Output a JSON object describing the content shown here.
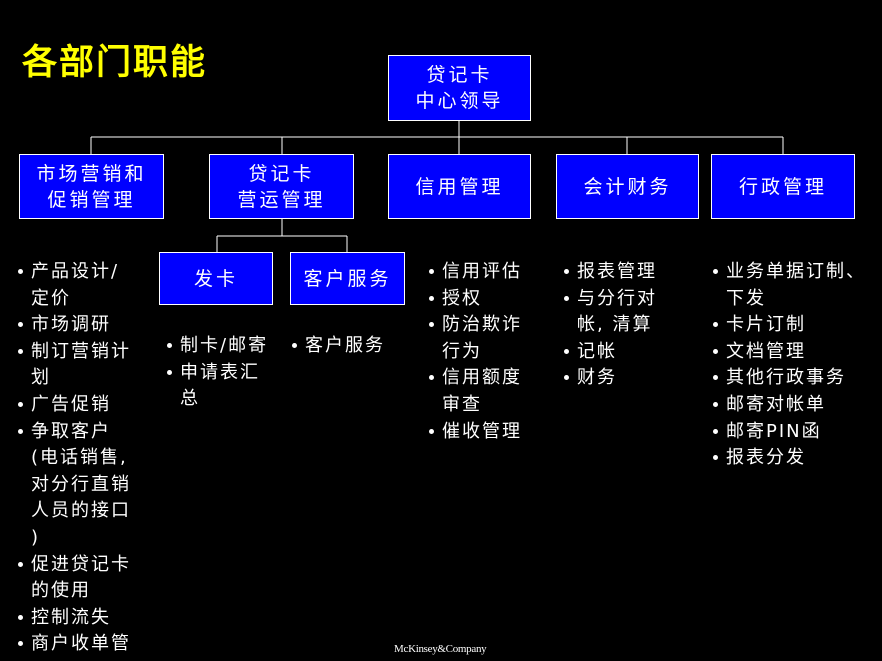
{
  "title": "各部门职能",
  "root": "贷记卡\n中心领导",
  "departments": [
    "市场营销和\n促销管理",
    "贷记卡\n营运管理",
    "信用管理",
    "会计财务",
    "行政管理"
  ],
  "sub_units": [
    "发卡",
    "客户服务"
  ],
  "lists": {
    "marketing": [
      "产品设计/\n定价",
      "市场调研",
      "制订营销计\n划",
      "广告促销",
      "争取客户\n(电话销售,\n对分行直销\n人员的接口\n)",
      "促进贷记卡\n的使用",
      "控制流失",
      "商户收单管"
    ],
    "issuing": [
      "制卡/邮寄",
      "申请表汇\n总"
    ],
    "customer_service": [
      "客户服务"
    ],
    "credit": [
      "信用评估",
      "授权",
      "防治欺诈\n行为",
      "信用额度\n审查",
      "催收管理"
    ],
    "finance": [
      "报表管理",
      "与分行对\n帐, 清算",
      "记帐",
      "财务"
    ],
    "admin": [
      "业务单据订制、\n下发",
      "卡片订制",
      "文档管理",
      "其他行政事务",
      "邮寄对帐单",
      "邮寄PIN函",
      "报表分发"
    ]
  },
  "footer": "McKinsey&Company",
  "colors": {
    "box": "#0000ff",
    "title": "#ffff00",
    "background": "#000000",
    "text": "#ffffff"
  }
}
